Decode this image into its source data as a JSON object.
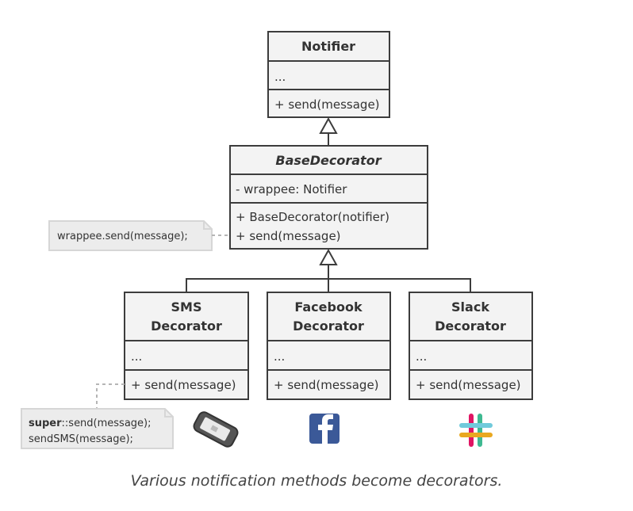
{
  "classes": {
    "notifier": {
      "title": "Notifier",
      "fields": "...",
      "methods": [
        "+ send(message)"
      ]
    },
    "base_decorator": {
      "title": "BaseDecorator",
      "fields": "- wrappee: Notifier",
      "methods": [
        "+ BaseDecorator(notifier)",
        "+ send(message)"
      ]
    },
    "sms": {
      "title_line1": "SMS",
      "title_line2": "Decorator",
      "fields": "...",
      "methods": [
        "+ send(message)"
      ]
    },
    "facebook": {
      "title_line1": "Facebook",
      "title_line2": "Decorator",
      "fields": "...",
      "methods": [
        "+ send(message)"
      ]
    },
    "slack": {
      "title_line1": "Slack",
      "title_line2": "Decorator",
      "fields": "...",
      "methods": [
        "+ send(message)"
      ]
    }
  },
  "notes": {
    "base_note": "wrappee.send(message);",
    "sms_note_super": "super",
    "sms_note_line1_rest": "::send(message);",
    "sms_note_line2": "sendSMS(message);"
  },
  "icons": [
    "phone-icon",
    "facebook-icon",
    "slack-icon"
  ],
  "caption": "Various notification methods become decorators.",
  "colors": {
    "box_fill": "#f3f3f3",
    "stroke": "#3c3c3c",
    "note_fill": "#ececec",
    "facebook": "#3b5998"
  }
}
